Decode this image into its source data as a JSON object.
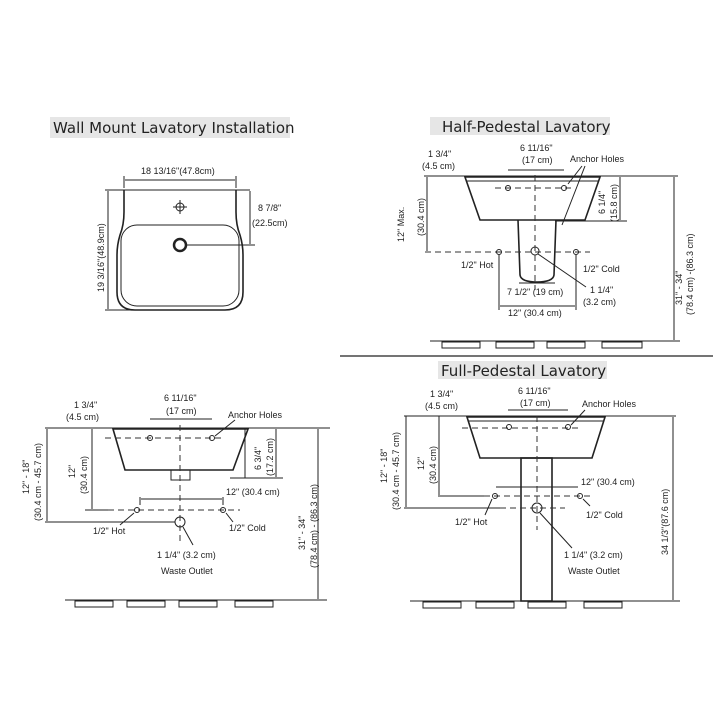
{
  "wall_mount": {
    "title": "Wall Mount Lavatory Installation",
    "top_view": {
      "width": "18 13/16\"(47.8cm)",
      "depth": "19 3/16\"(48.9cm)",
      "drain_in": "8 7/8\"",
      "drain_cm": "(22.5cm)"
    },
    "side_view": {
      "offset_in": "1 3/4\"",
      "offset_cm": "(4.5 cm)",
      "anchor_in": "6 11/16\"",
      "anchor_cm": "(17 cm)",
      "anchor_label": "Anchor Holes",
      "depth_in": "6 3/4\"",
      "depth_cm": "(17.2 cm)",
      "supply_in": "12\"",
      "supply_cm": "(30.4 cm)",
      "range_in": "12\" - 18\"",
      "range_cm": "(30.4 cm - 45.7 cm)",
      "spacing": "12\" (30.4 cm)",
      "hot": "1/2\" Hot",
      "cold": "1/2\" Cold",
      "waste": "1 1/4\" (3.2 cm)",
      "waste_label": "Waste Outlet",
      "height_in": "31\" - 34\"",
      "height_cm": "(78.4 cm) - (86.3 cm)"
    }
  },
  "half_pedestal": {
    "title": "Half-Pedestal Lavatory",
    "offset_in": "1 3/4\"",
    "offset_cm": "(4.5 cm)",
    "anchor_in": "6 11/16\"",
    "anchor_cm": "(17 cm)",
    "anchor_label": "Anchor Holes",
    "max_in": "12\" Max.",
    "max_cm": "(30.4 cm)",
    "depth_in": "6 1/4\"",
    "depth_cm": "(15.8 cm)",
    "hot": "1/2\" Hot",
    "cold": "1/2\" Cold",
    "ped_width": "7 1/2\" (19 cm)",
    "spacing": "12\" (30.4 cm)",
    "waste_in": "1 1/4\"",
    "waste_cm": "(3.2 cm)",
    "height_in": "31\" - 34\"",
    "height_cm": "(78.4 cm) -(86.3 cm)"
  },
  "full_pedestal": {
    "title": "Full-Pedestal Lavatory",
    "offset_in": "1 3/4\"",
    "offset_cm": "(4.5 cm)",
    "anchor_in": "6 11/16\"",
    "anchor_cm": "(17 cm)",
    "anchor_label": "Anchor Holes",
    "supply_in": "12\"",
    "supply_cm": "(30.4 cm)",
    "range_in": "12\" - 18\"",
    "range_cm": "(30.4 cm - 45.7 cm)",
    "spacing": "12\" (30.4 cm)",
    "hot": "1/2\" Hot",
    "cold": "1/2\" Cold",
    "waste": "1 1/4\" (3.2 cm)",
    "waste_label": "Waste Outlet",
    "height": "34 1/3\"(87.6 cm)"
  }
}
